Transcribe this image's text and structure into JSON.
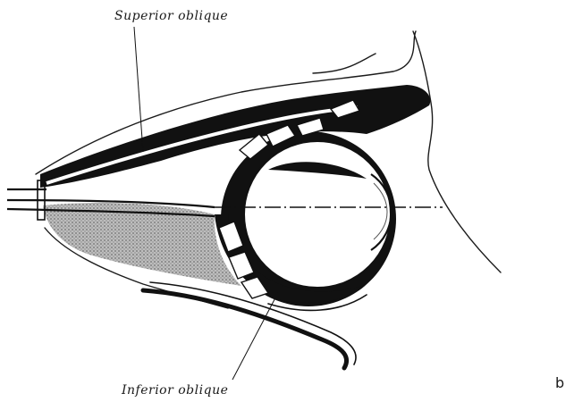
{
  "figure": {
    "labels": {
      "superior_oblique": "Superior oblique",
      "inferior_oblique": "Inferior oblique",
      "panel_letter": "b"
    },
    "colors": {
      "ink": "#111111",
      "shade": "#8a8a8a",
      "background": "#ffffff"
    }
  }
}
